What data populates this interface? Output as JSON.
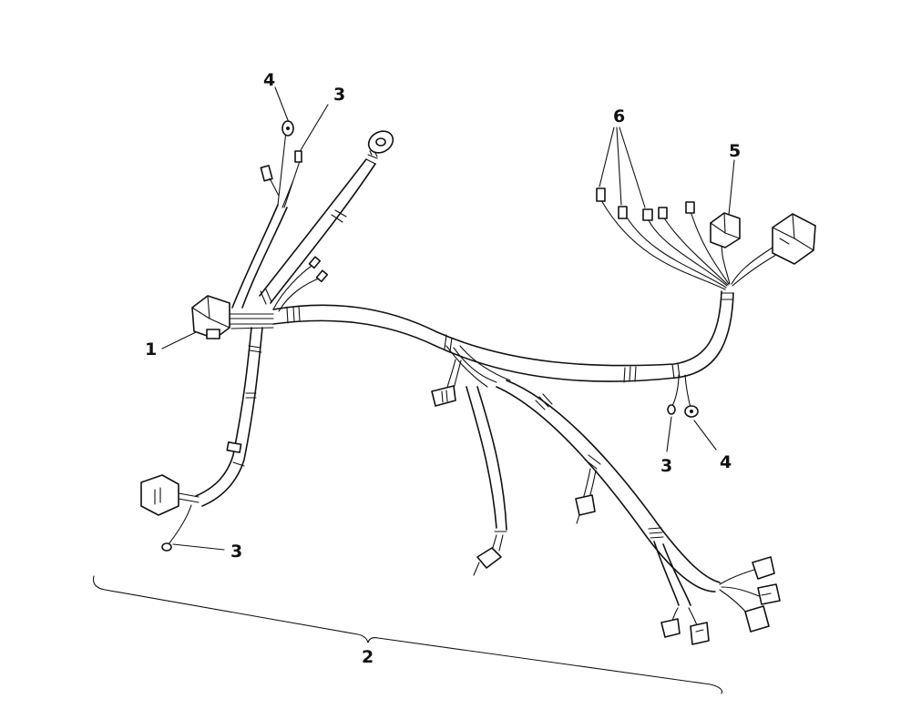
{
  "callouts": {
    "c1": "1",
    "c2": "2",
    "c3_top": "3",
    "c3_right": "3",
    "c3_left": "3",
    "c4_top": "4",
    "c4_right": "4",
    "c5": "5",
    "c6": "6"
  }
}
